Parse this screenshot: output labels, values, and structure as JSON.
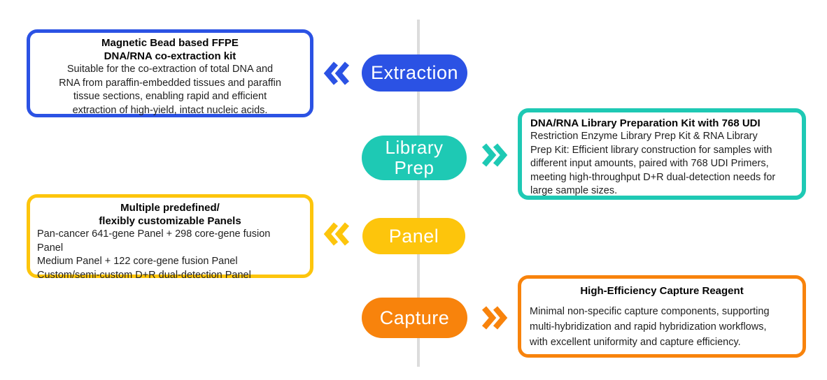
{
  "diagram": {
    "background": "#ffffff",
    "timeline_color": "#dcdcdc",
    "body_text_color": "#1f1f1f",
    "pill_text_color": "#ffffff"
  },
  "stages": [
    {
      "name": "Extraction",
      "accent": "#2b52e4",
      "pill_lines": [
        "Extraction"
      ],
      "chevron_direction": "left",
      "box": {
        "title_lines": [
          "Magnetic Bead based FFPE",
          "DNA/RNA co-extraction kit"
        ],
        "body_lines": [
          "Suitable for the co-extraction of total DNA and",
          "RNA from paraffin-embedded tissues and paraffin",
          "tissue sections, enabling rapid and efficient",
          "extraction of high-yield, intact nucleic acids."
        ]
      }
    },
    {
      "name": "Library Prep",
      "accent": "#1ec9b4",
      "pill_lines": [
        "Library",
        "Prep"
      ],
      "chevron_direction": "right",
      "box": {
        "title_lines": [
          "DNA/RNA Library Preparation Kit with 768 UDI"
        ],
        "body_lines": [
          "Restriction Enzyme Library Prep Kit & RNA Library",
          "Prep Kit: Efficient library construction for samples with",
          "different input amounts, paired with 768 UDI Primers,",
          "meeting high-throughput D+R dual-detection needs for",
          "large sample sizes."
        ]
      }
    },
    {
      "name": "Panel",
      "accent": "#fdc50c",
      "pill_lines": [
        "Panel"
      ],
      "chevron_direction": "left",
      "box": {
        "title_lines": [
          "Multiple predefined/",
          "flexibly customizable Panels"
        ],
        "body_lines": [
          "Pan-cancer 641-gene Panel + 298 core-gene fusion",
          "Panel",
          "Medium Panel + 122 core-gene fusion Panel",
          "Custom/semi-custom D+R dual-detection Panel"
        ]
      }
    },
    {
      "name": "Capture",
      "accent": "#f8830c",
      "pill_lines": [
        "Capture"
      ],
      "chevron_direction": "right",
      "box": {
        "title_lines": [
          "High-Efficiency Capture Reagent"
        ],
        "body_lines": [
          "Minimal non-specific capture components, supporting",
          "multi-hybridization and rapid hybridization workflows,",
          "with excellent uniformity and capture efficiency."
        ]
      }
    }
  ]
}
